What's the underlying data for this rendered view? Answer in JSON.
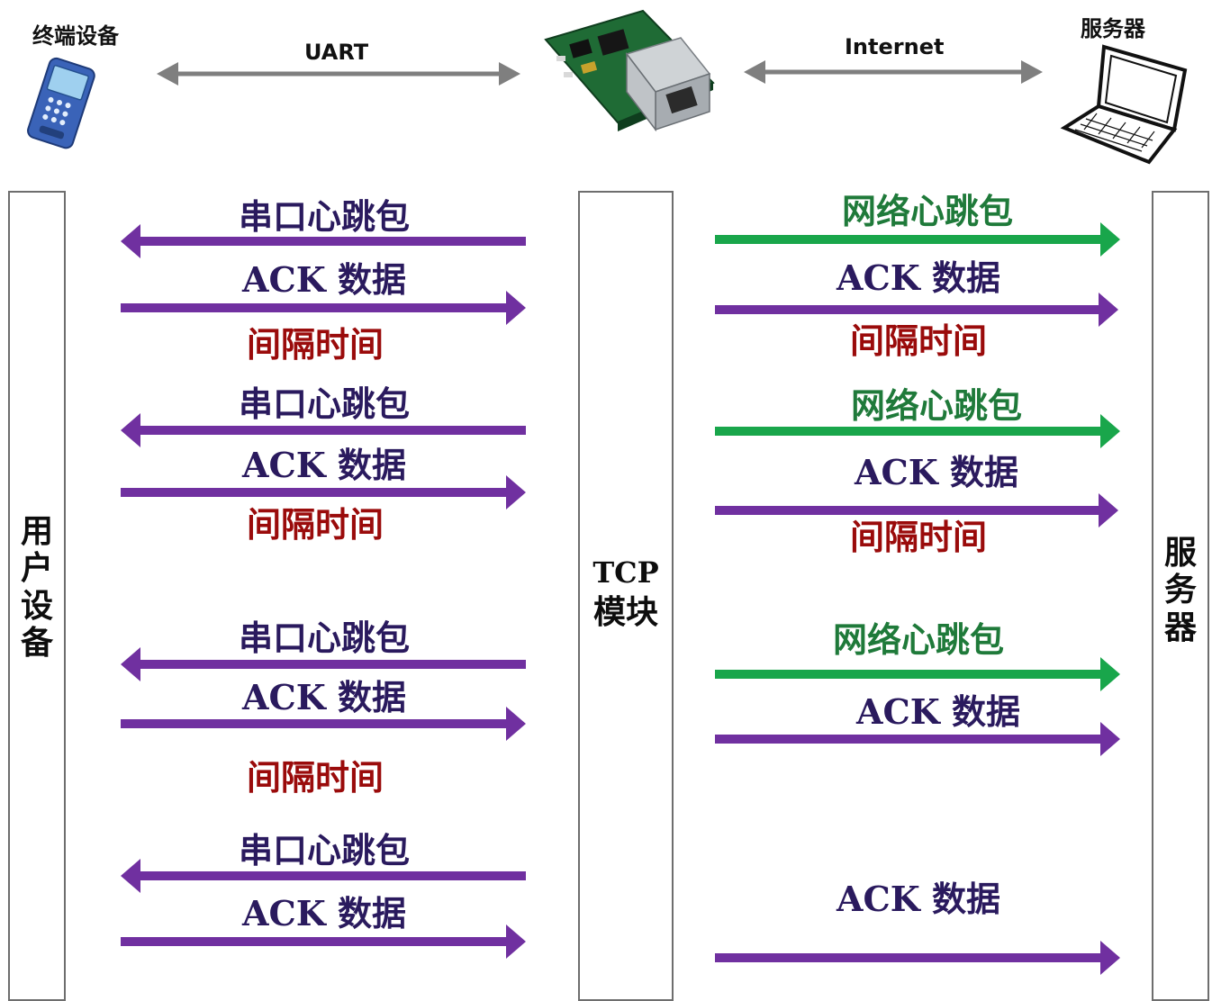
{
  "header": {
    "device_label": "终端设备",
    "uart_label": "UART",
    "internet_label": "Internet",
    "server_label": "服务器"
  },
  "columns": {
    "user_device": "用户设备",
    "tcp_module_line1": "TCP",
    "tcp_module_line2": "模块",
    "server": "服务器"
  },
  "messages": {
    "serial_heartbeat": "串口心跳包",
    "ack_data": "ACK 数据",
    "interval": "间隔时间",
    "network_heartbeat": "网络心跳包"
  },
  "colors": {
    "purple": "#7030a0",
    "green": "#19a64b",
    "red_text": "#9a0b0b",
    "gray_arrow": "#7f7f7f"
  },
  "icons": {
    "terminal": "handheld-terminal-icon",
    "module": "tcp-module-board-icon",
    "server": "laptop-icon"
  }
}
